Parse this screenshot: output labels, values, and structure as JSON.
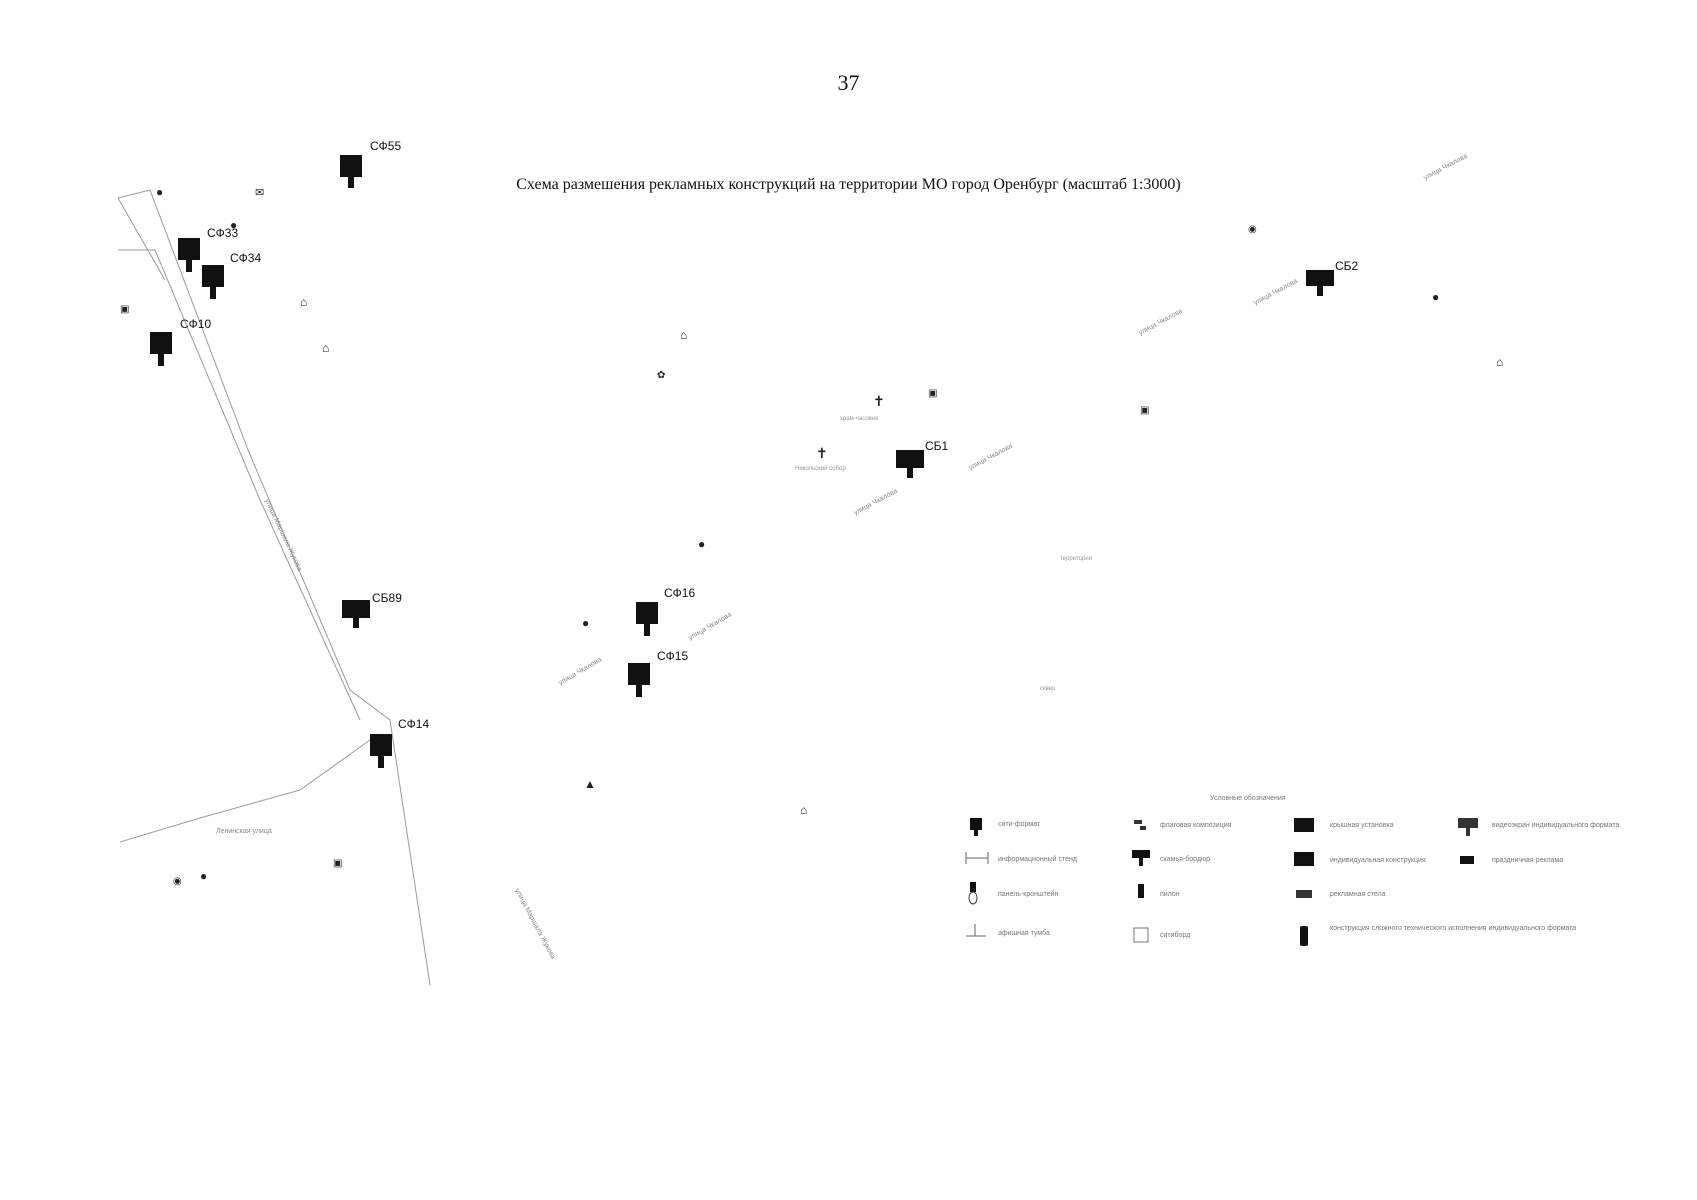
{
  "page": {
    "number": "37",
    "title": "Схема размешения рекламных конструкций на территории МО город Оренбург (масштаб 1:3000)"
  },
  "markers": {
    "sf33": "СФ33",
    "sf34": "СФ34",
    "sf10": "СФ10",
    "sf16": "СФ16",
    "sf15": "СФ15",
    "sf14": "СФ14",
    "sb89": "СБ89",
    "sb1": "СБ1",
    "sb2": "СБ2",
    "sf_top": "СФ55"
  },
  "streets": {
    "marshala_zhukova_1": "улица Маршала Жукова",
    "marshala_zhukova_2": "улица Маршала Жукова",
    "chkalova_1": "улица Чкалова",
    "chkalova_2": "улица Чкалова",
    "chkalova_3": "улица Чкалова",
    "chkalova_4": "улица Чкалова",
    "chkalova_5": "улица Чкалова",
    "chkalova_6": "улица Чкалова",
    "chkalova_7": "улица Чкалова",
    "leninskaya": "Ленинская улица"
  },
  "legend": {
    "title": "Условные обозначения",
    "items": [
      "сити-формат",
      "флаговая композиция",
      "крышная установка",
      "видеоэкран индивидуального формата",
      "информационный стенд",
      "скамья-бордюр",
      "индивидуальная конструкция",
      "праздничная реклама",
      "панель-кронштейн",
      "пилон",
      "рекламная стела",
      "афишная тумба",
      "ситиборд",
      "конструкция сложного технического исполнения индивидуального формата"
    ]
  },
  "colors": {
    "marker": "#111111",
    "road": "#9a9a9a",
    "text": "#111111"
  }
}
